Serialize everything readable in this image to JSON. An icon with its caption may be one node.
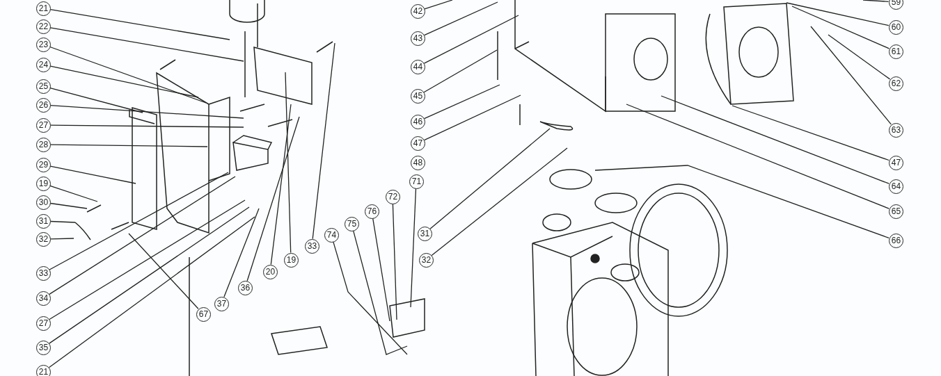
{
  "diagram": {
    "nodes": [
      {
        "text": [
          "21"
        ]
      },
      {
        "text": [
          "22"
        ]
      },
      {
        "text": [
          "23"
        ]
      },
      {
        "text": [
          "24"
        ]
      },
      {
        "text": [
          "25"
        ]
      },
      {
        "text": [
          "26"
        ]
      },
      {
        "text": [
          "27"
        ]
      },
      {
        "text": [
          "28"
        ]
      },
      {
        "text": [
          "29"
        ]
      },
      {
        "text": [
          "19"
        ]
      },
      {
        "text": [
          "30"
        ]
      },
      {
        "text": [
          "31"
        ]
      },
      {
        "text": [
          "32"
        ]
      },
      {
        "text": [
          "33"
        ]
      },
      {
        "text": [
          "34"
        ]
      },
      {
        "text": [
          "27"
        ]
      },
      {
        "text": [
          "35"
        ]
      },
      {
        "text": [
          "21"
        ]
      },
      {
        "text": [
          "67"
        ]
      },
      {
        "text": [
          "37"
        ]
      },
      {
        "text": [
          "36"
        ]
      },
      {
        "text": [
          "20"
        ]
      },
      {
        "text": [
          "19"
        ]
      },
      {
        "text": [
          "33"
        ]
      },
      {
        "text": [
          "74"
        ]
      },
      {
        "text": [
          "75"
        ]
      },
      {
        "text": [
          "76"
        ]
      },
      {
        "text": [
          "72"
        ]
      },
      {
        "text": [
          "71"
        ]
      },
      {
        "text": [
          "42"
        ]
      },
      {
        "text": [
          "43"
        ]
      },
      {
        "text": [
          "44"
        ]
      },
      {
        "text": [
          "45"
        ]
      },
      {
        "text": [
          "46"
        ]
      },
      {
        "text": [
          "47"
        ]
      },
      {
        "text": [
          "31"
        ]
      },
      {
        "text": [
          "32"
        ]
      },
      {
        "text": [
          "59"
        ]
      },
      {
        "text": [
          "60"
        ]
      },
      {
        "text": [
          "61"
        ]
      },
      {
        "text": [
          "62"
        ]
      },
      {
        "text": [
          "63"
        ]
      },
      {
        "text": [
          "47"
        ]
      },
      {
        "text": [
          "64"
        ]
      },
      {
        "text": [
          "65"
        ]
      },
      {
        "text": [
          "66"
        ]
      },
      {
        "text": [
          "48"
        ]
      }
    ],
    "edges": [
      {
        "from": 0,
        "to": null,
        "arrow": "none"
      },
      {
        "from": 1,
        "to": null,
        "arrow": "none"
      },
      {
        "from": 2,
        "to": null,
        "arrow": "none"
      },
      {
        "from": 3,
        "to": null,
        "arrow": "none"
      },
      {
        "from": 4,
        "to": null,
        "arrow": "none"
      },
      {
        "from": 5,
        "to": null,
        "arrow": "none"
      },
      {
        "from": 6,
        "to": null,
        "arrow": "none"
      },
      {
        "from": 7,
        "to": null,
        "arrow": "none"
      },
      {
        "from": 8,
        "to": null,
        "arrow": "none"
      },
      {
        "from": 9,
        "to": null,
        "arrow": "none"
      },
      {
        "from": 10,
        "to": null,
        "arrow": "none"
      },
      {
        "from": 11,
        "to": null,
        "arrow": "none"
      },
      {
        "from": 12,
        "to": null,
        "arrow": "none"
      },
      {
        "from": 13,
        "to": null,
        "arrow": "none"
      },
      {
        "from": 14,
        "to": null,
        "arrow": "none"
      },
      {
        "from": 15,
        "to": null,
        "arrow": "none"
      },
      {
        "from": 16,
        "to": null,
        "arrow": "none"
      },
      {
        "from": 17,
        "to": null,
        "arrow": "none"
      },
      {
        "from": 18,
        "to": null,
        "arrow": "none"
      },
      {
        "from": 19,
        "to": null,
        "arrow": "none"
      },
      {
        "from": 20,
        "to": null,
        "arrow": "none"
      },
      {
        "from": 21,
        "to": null,
        "arrow": "none"
      },
      {
        "from": 22,
        "to": null,
        "arrow": "none"
      },
      {
        "from": 23,
        "to": null,
        "arrow": "none"
      },
      {
        "from": 24,
        "to": null,
        "arrow": "none"
      },
      {
        "from": 25,
        "to": null,
        "arrow": "none"
      },
      {
        "from": 26,
        "to": null,
        "arrow": "none"
      },
      {
        "from": 27,
        "to": null,
        "arrow": "none"
      },
      {
        "from": 28,
        "to": null,
        "arrow": "none"
      },
      {
        "from": 29,
        "to": null,
        "arrow": "none"
      },
      {
        "from": 30,
        "to": null,
        "arrow": "none"
      },
      {
        "from": 31,
        "to": null,
        "arrow": "none"
      },
      {
        "from": 32,
        "to": null,
        "arrow": "none"
      },
      {
        "from": 33,
        "to": null,
        "arrow": "none"
      },
      {
        "from": 34,
        "to": null,
        "arrow": "none"
      },
      {
        "from": 35,
        "to": null,
        "arrow": "none"
      },
      {
        "from": 36,
        "to": null,
        "arrow": "none"
      },
      {
        "from": 37,
        "to": null,
        "arrow": "none"
      },
      {
        "from": 38,
        "to": null,
        "arrow": "none"
      },
      {
        "from": 39,
        "to": null,
        "arrow": "none"
      },
      {
        "from": 40,
        "to": null,
        "arrow": "none"
      },
      {
        "from": 41,
        "to": null,
        "arrow": "none"
      },
      {
        "from": 42,
        "to": null,
        "arrow": "none"
      },
      {
        "from": 43,
        "to": null,
        "arrow": "none"
      },
      {
        "from": 44,
        "to": null,
        "arrow": "none"
      },
      {
        "from": 45,
        "to": null,
        "arrow": "none"
      }
    ]
  }
}
